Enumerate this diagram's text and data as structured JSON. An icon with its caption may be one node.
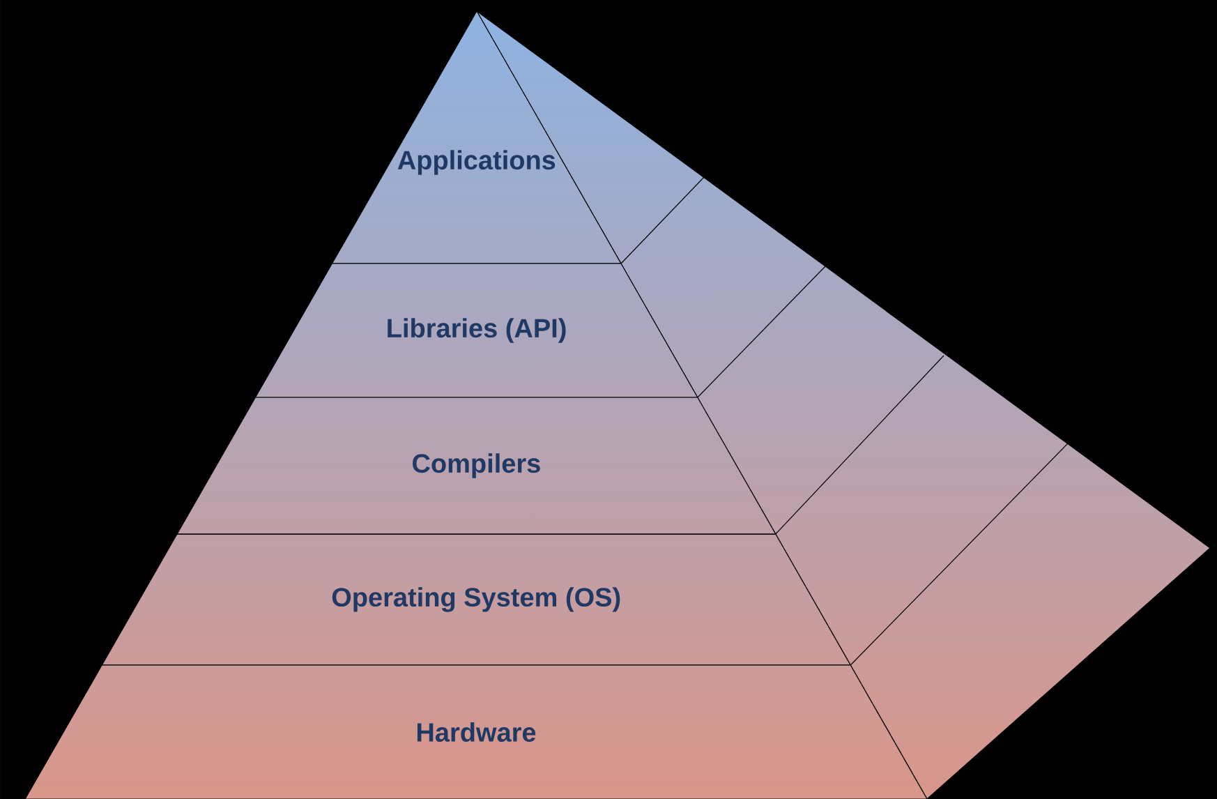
{
  "diagram": {
    "nodes": [
      {
        "text": [
          "Applications"
        ]
      },
      {
        "text": [
          "Libraries (API)"
        ]
      },
      {
        "text": [
          "Compilers"
        ]
      },
      {
        "text": [
          "Operating System (OS)"
        ]
      },
      {
        "text": [
          "Hardware"
        ]
      }
    ]
  }
}
